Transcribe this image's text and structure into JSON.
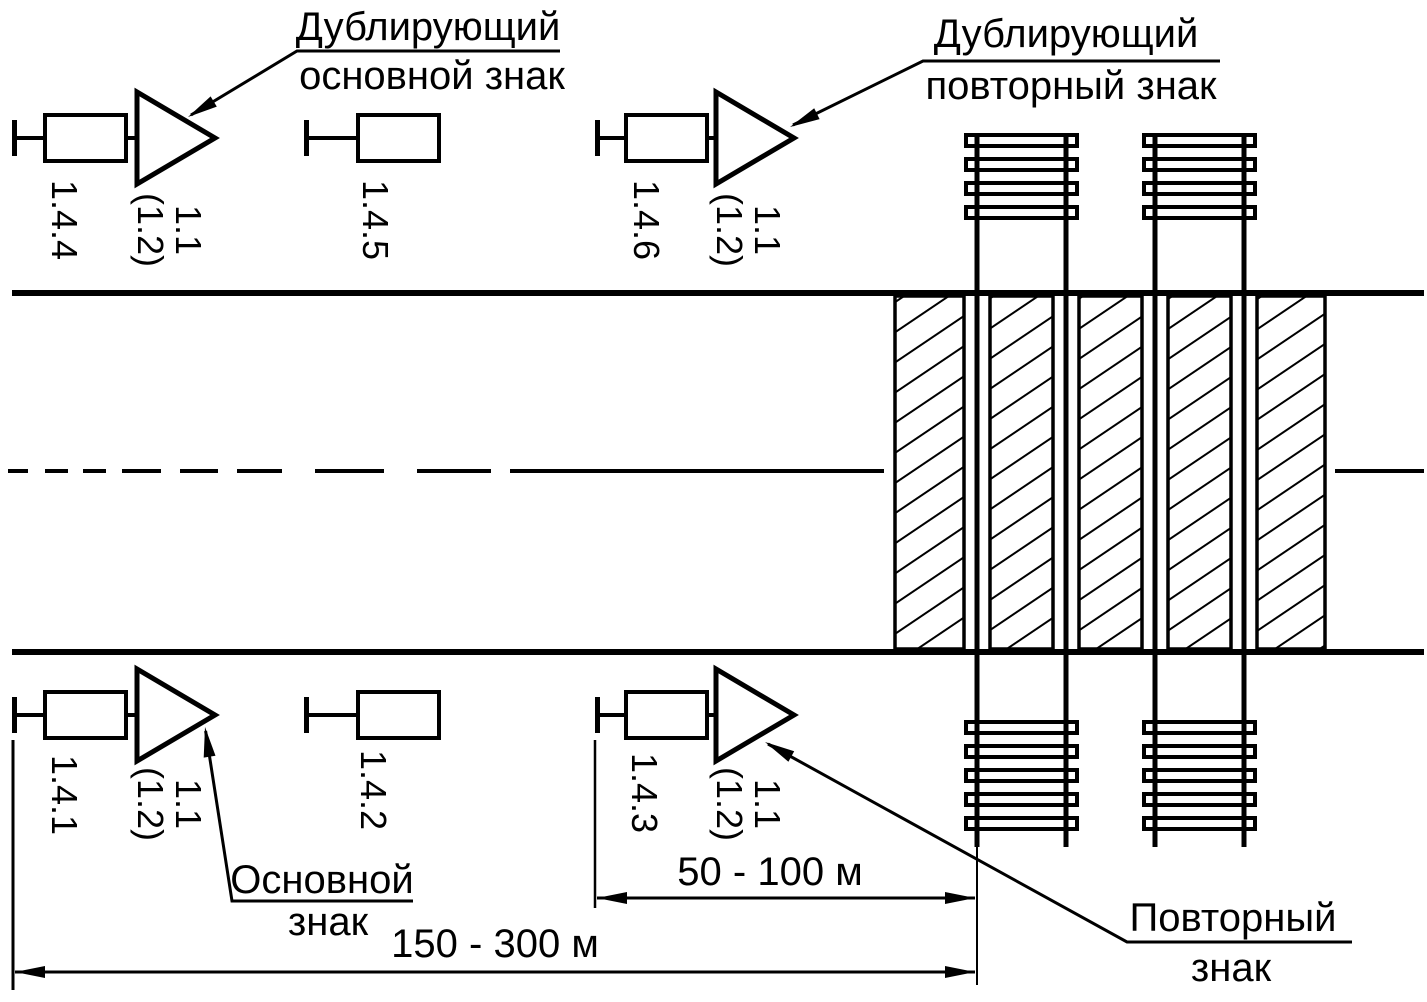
{
  "canvas": {
    "ink": "#000000",
    "paper": "#ffffff"
  },
  "leaders": {
    "dup_main": {
      "line1": "Дублирующий",
      "line2": "основной знак"
    },
    "dup_repeat": {
      "line1": "Дублирующий",
      "line2": "повторный знак"
    },
    "main": {
      "line1": "Основной",
      "line2": "знак"
    },
    "repeat": {
      "line1": "Повторный",
      "line2": "знак"
    }
  },
  "signs": {
    "top": [
      {
        "number": "1.4.4"
      },
      {
        "number": "1.4.5"
      },
      {
        "number": "1.4.6"
      }
    ],
    "bottom": [
      {
        "number": "1.4.1"
      },
      {
        "number": "1.4.2"
      },
      {
        "number": "1.4.3"
      }
    ],
    "warning": {
      "line1": "1.1",
      "line2": "(1.2)"
    }
  },
  "dimensions": {
    "repeat_to_crossing": "50 - 100 м",
    "main_to_crossing": "150 - 300 м"
  }
}
